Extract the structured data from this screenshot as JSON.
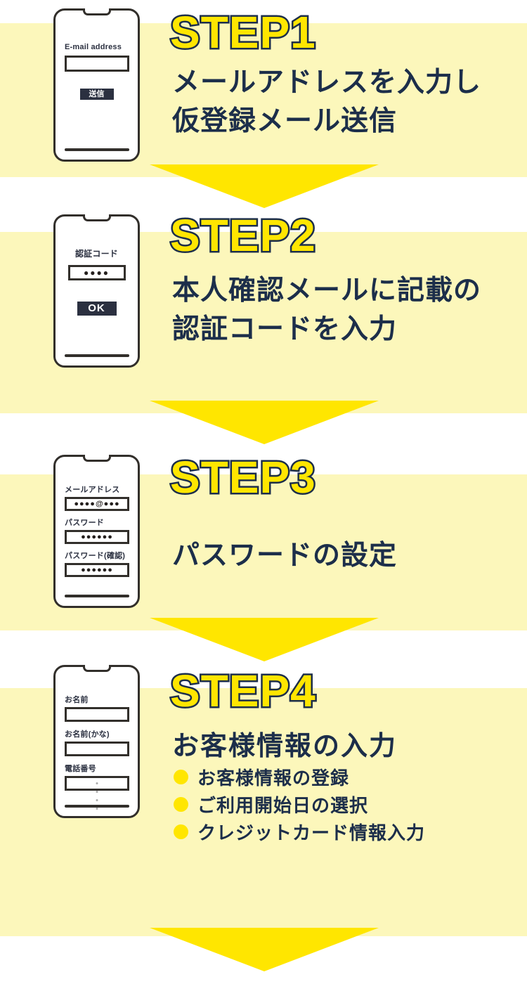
{
  "colors": {
    "band_pale_yellow": "#FCF7BB",
    "arrow_bright_yellow": "#FFE600",
    "heading_fill_yellow": "#FFE600",
    "heading_outline_navy": "#1C2E4A",
    "text_navy": "#1C2E4A",
    "phone_ink": "#322F2B",
    "background_white": "#FFFFFF"
  },
  "steps": [
    {
      "heading": "STEP1",
      "description_lines": [
        "メールアドレスを入力し",
        "仮登録メール送信"
      ],
      "phone": {
        "label": "E-mail address",
        "input_value": "",
        "button_label": "送信"
      }
    },
    {
      "heading": "STEP2",
      "description_lines": [
        "本人確認メールに記載の",
        "認証コードを入力"
      ],
      "phone": {
        "label": "認証コード",
        "code_dots": "●●●●",
        "button_label": "OK"
      }
    },
    {
      "heading": "STEP3",
      "description_lines": [
        "パスワードの設定"
      ],
      "phone": {
        "fields": [
          {
            "label": "メールアドレス",
            "value": "●●●●@●●●"
          },
          {
            "label": "パスワード",
            "value": "●●●●●●"
          },
          {
            "label": "パスワード(確認)",
            "value": "●●●●●●"
          }
        ]
      }
    },
    {
      "heading": "STEP4",
      "title": "お客様情報の入力",
      "bullets": [
        "お客様情報の登録",
        "ご利用開始日の選択",
        "クレジットカード情報入力"
      ],
      "phone": {
        "fields": [
          {
            "label": "お名前",
            "value": ""
          },
          {
            "label": "お名前(かな)",
            "value": ""
          },
          {
            "label": "電話番号",
            "value": ""
          }
        ]
      }
    }
  ]
}
